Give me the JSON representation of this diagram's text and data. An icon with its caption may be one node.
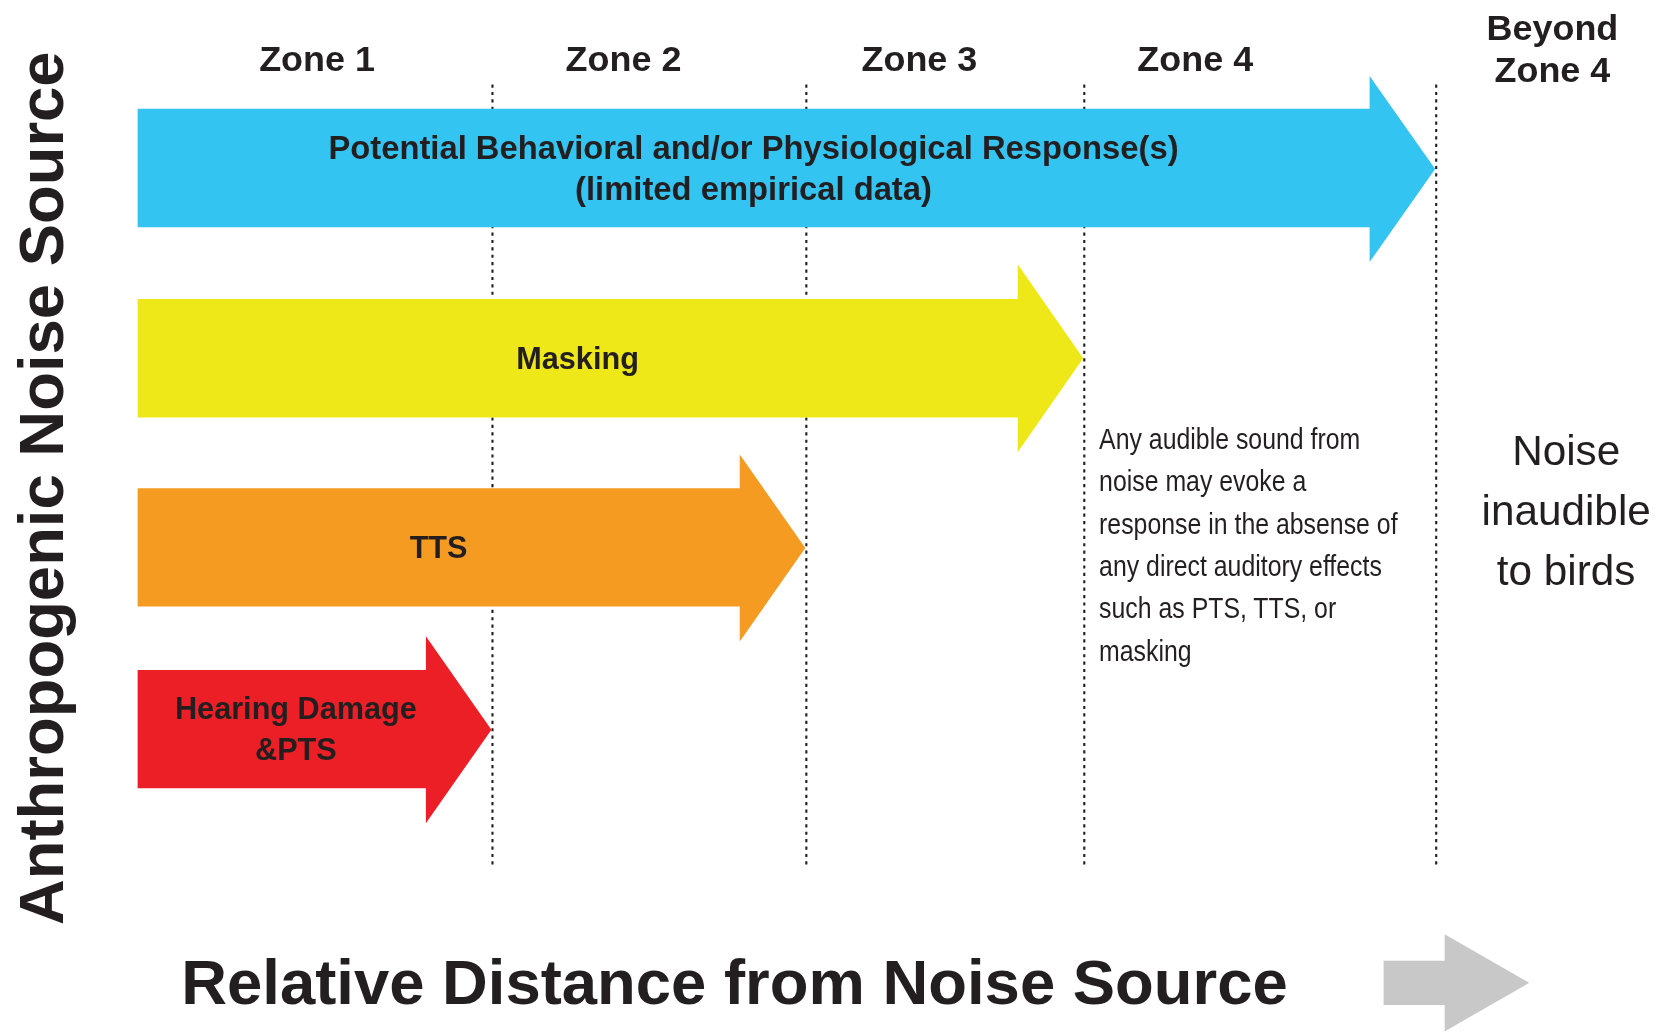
{
  "diagram": {
    "nodes": [
      {
        "text": [
          "Potential Behavioral and/or Physiological Response(s)",
          "(limited empirical data)"
        ]
      },
      {
        "text": [
          "Masking"
        ]
      },
      {
        "text": [
          "TTS"
        ]
      },
      {
        "text": [
          "Hearing Damage &PTS"
        ]
      }
    ],
    "edges": [],
    "labels": [
      "Zone 1",
      "Zone 2",
      "Zone 3",
      "Zone 4",
      "Beyond Zone 4",
      "Any audible sound from noise may evoke a response in the absense of any direct auditory effects such as PTS, TTS, or masking",
      "Noise inaudible to birds",
      "Anthropogenic Noise Source",
      "Relative Distance from Noise Source"
    ]
  }
}
